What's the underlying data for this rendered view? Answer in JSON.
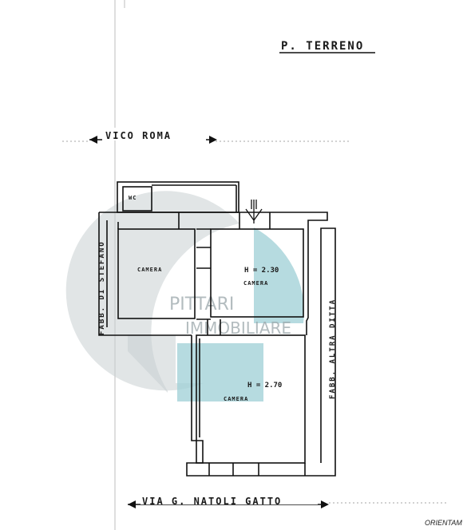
{
  "plan": {
    "floor_title": "P. TERRENO",
    "street_top": "VICO ROMA",
    "street_bottom": "VIA G. NATOLI GATTO",
    "side_left": "FABB. DI STEFANO",
    "side_right": "FABB. ALTRA DITTA",
    "wc_label": "WC",
    "rooms": [
      {
        "name": "CAMERA",
        "height": ""
      },
      {
        "name": "CAMERA",
        "height": "H = 2.30"
      },
      {
        "name": "CAMERA",
        "height": "H = 2.70"
      }
    ],
    "orientation_label": "ORIENTAM"
  },
  "watermark": {
    "line1": "PITTARI",
    "line2": "IMMOBILIARE",
    "colors": {
      "grey": "#c9cfd1",
      "teal": "#9ecfd6"
    }
  }
}
